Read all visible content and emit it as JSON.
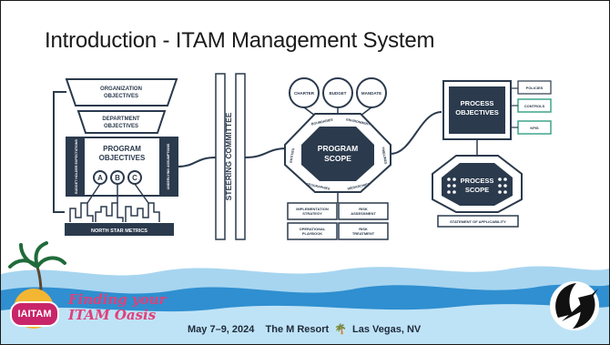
{
  "slide": {
    "title": "Introduction - ITAM Management System"
  },
  "diagram": {
    "org_objectives": "ORGANIZATION OBJECTIVES",
    "dept_objectives": "DEPARTMENT OBJECTIVES",
    "program_objectives": "PROGRAM OBJECTIVES",
    "circle_a": "A",
    "circle_b": "B",
    "circle_c": "C",
    "left_side": "BUDGET HOLDER EXPECTATIONS",
    "right_side": "UNDERLYING ASSUMPTIONS",
    "north_star": "NORTH STAR METRICS",
    "steering": "STEERING COMMITTEE",
    "charter": "CHARTER",
    "budget": "BUDGET",
    "mandate": "MANDATE",
    "program_scope": "PROGRAM SCOPE",
    "boundaries": "BOUNDARIES",
    "environment": "ENVIRONMENT",
    "timelines": "TIMELINES",
    "entities": "ENTITIES",
    "geographies": "GEOGRAPHIES",
    "hierarchies": "HIERARCHIES",
    "impl_strategy": "IMPLEMENTATION STRATEGY",
    "risk_assessment": "RISK ASSESSMENT",
    "operational_playbook": "OPERATIONAL PLAYBOOK",
    "risk_treatment": "RISK TREATMENT",
    "process_objectives": "PROCESS OBJECTIVES",
    "policies": "POLICIES",
    "controls": "CONTROLS",
    "kpis": "KPIS",
    "process_scope": "PROCESS SCOPE",
    "statement": "STATEMENT OF APPLICABILITY"
  },
  "footer": {
    "dates": "May 7–9, 2024",
    "venue": "The M Resort",
    "city": "Las Vegas, NV",
    "brand_line1": "Finding your",
    "brand_line2": "ITAM Oasis",
    "badge": "IAITAM"
  },
  "colors": {
    "navy": "#2b3a4d",
    "teal": "#3fa58c",
    "wave_dark": "#2f8fd0",
    "wave_light": "#a7d5f0",
    "brand_pink": "#e0407a"
  }
}
